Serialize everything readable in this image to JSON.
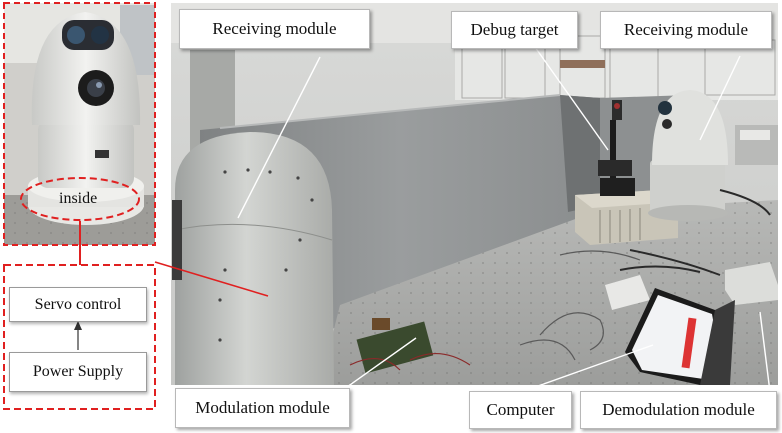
{
  "labels": {
    "receiving_left": "Receiving module",
    "debug_target": "Debug target",
    "receiving_right": "Receiving module",
    "modulation": "Modulation module",
    "computer": "Computer",
    "demodulation": "Demodulation module"
  },
  "inset": {
    "inside_text": "inside",
    "servo_control": "Servo control",
    "power_supply": "Power Supply"
  },
  "colors": {
    "dashed_red": "#e02020",
    "leader_line": "#ffffff",
    "label_border": "#b8b8b8"
  }
}
